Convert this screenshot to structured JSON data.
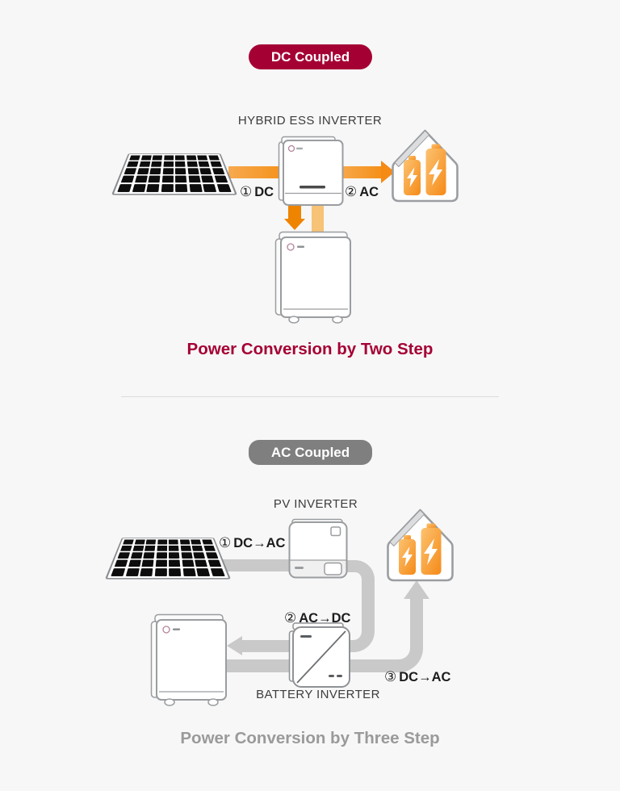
{
  "dc": {
    "badge": "DC Coupled",
    "inverter_label": "HYBRID ESS INVERTER",
    "step1": {
      "num": "①",
      "label": "DC"
    },
    "step2": {
      "num": "②",
      "label": "AC"
    },
    "caption": "Power Conversion by Two Step"
  },
  "ac": {
    "badge": "AC Coupled",
    "pv_inverter_label": "PV INVERTER",
    "battery_inverter_label": "BATTERY INVERTER",
    "step1": {
      "num": "①",
      "label": "DC→AC"
    },
    "step2": {
      "num": "②",
      "label": "AC→DC"
    },
    "step3": {
      "num": "③",
      "label": "DC→AC"
    },
    "caption": "Power Conversion by Three Step"
  },
  "icons": {
    "solar_panel": "solar-panel-grid",
    "hybrid_inverter": "wall-mounted-ess-inverter",
    "house_batteries": "house-with-two-orange-batteries",
    "battery_pack": "floor-standing-battery-pack",
    "pv_inverter": "pv-inverter-box",
    "battery_inverter": "battery-inverter-dc-ac-symbol",
    "lg_logo": "tiny-lg-emblem-on-units"
  },
  "colors": {
    "lg_red": "#a50034",
    "badge_gray": "#7f7f7f",
    "arrow_orange": "#f58a15",
    "arrow_orange_light": "#f7c377",
    "arrow_orange_dark": "#ef8400",
    "battery_orange": "#f58a18",
    "pipe_gray": "#c9c9c9",
    "caption_gray": "#9a9a9a",
    "background": "#f7f7f7"
  }
}
